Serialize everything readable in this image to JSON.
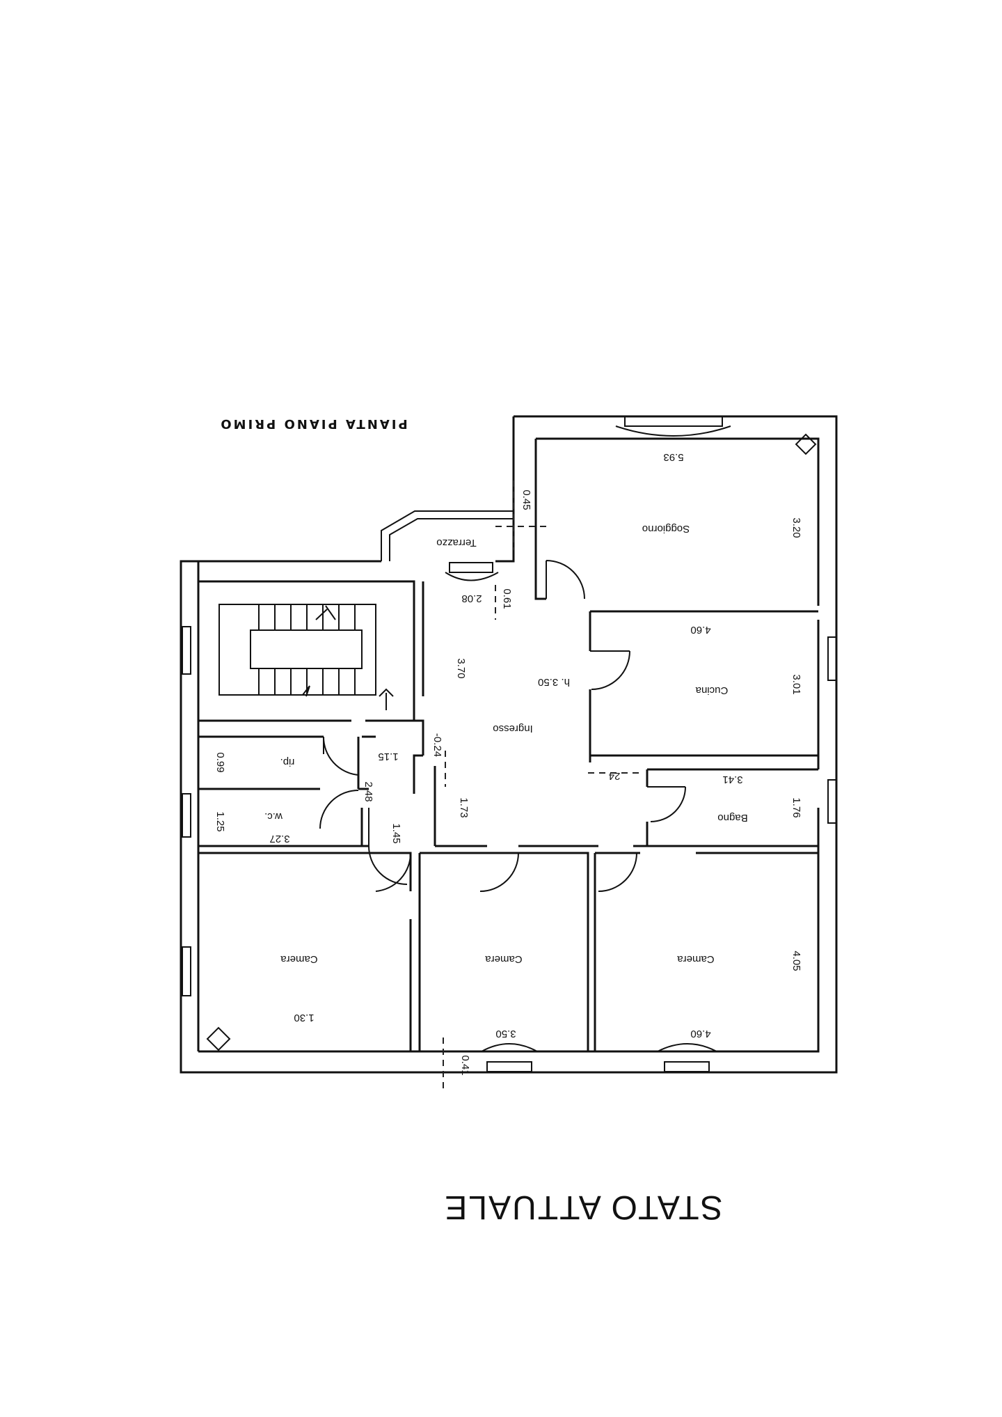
{
  "plan_title": "PIANTA PIANO PRIMO",
  "status_title": "STATO ATTUALE",
  "rooms": {
    "soggiorno": "Soggiorno",
    "terrazzo": "Terrazzo",
    "cucina": "Cucina",
    "ingresso": "Ingresso",
    "ingresso_height": "h. 3.50",
    "rip": "rip.",
    "wc": "w.c.",
    "bagno": "Bagno",
    "camera_left": "Camera",
    "camera_mid": "Camera",
    "camera_right": "Camera"
  },
  "dimensions": {
    "soggiorno_width": "5.93",
    "soggiorno_depth": "3.20",
    "terrazzo_offset": "0.45",
    "entry_0_61": "0.61",
    "entry_2_08": "2.08",
    "ingresso_3_70": "3.70",
    "cucina_width": "4.60",
    "cucina_depth": "3.01",
    "ingresso_0_24": "-0.24",
    "rip_1_15": "1.15",
    "rip_0_99": "0.99",
    "wc_2_48": "2.48",
    "hall_1_73": "1.73",
    "hall_24": "24",
    "bagno_width": "3.41",
    "bagno_depth": "1.76",
    "wc_1_25": "1.25",
    "wc_3_27": "3.27",
    "hall_1_45": "1.45",
    "camera_left_width": "1.30",
    "camera_mid_width": "3.50",
    "camera_right_width": "4.60",
    "camera_right_depth": "4.05",
    "bottom_0_41": "0.41"
  }
}
